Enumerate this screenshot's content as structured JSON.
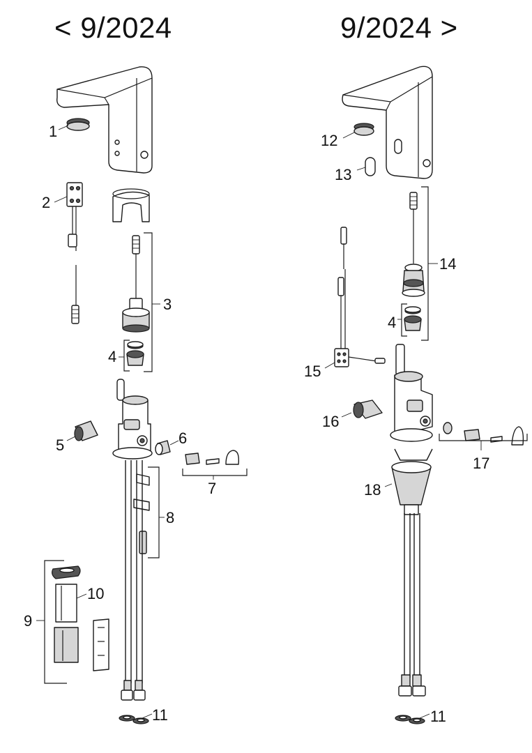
{
  "headings": {
    "left": "< 9/2024",
    "right": "9/2024 >"
  },
  "labels": {
    "l1": "1",
    "l2": "2",
    "l3": "3",
    "l4a": "4",
    "l5": "5",
    "l6": "6",
    "l7": "7",
    "l8": "8",
    "l9": "9",
    "l10": "10",
    "l11a": "11",
    "l12": "12",
    "l13": "13",
    "l14": "14",
    "l4b": "4",
    "l15": "15",
    "l16": "16",
    "l17": "17",
    "l18": "18",
    "l11b": "11"
  }
}
